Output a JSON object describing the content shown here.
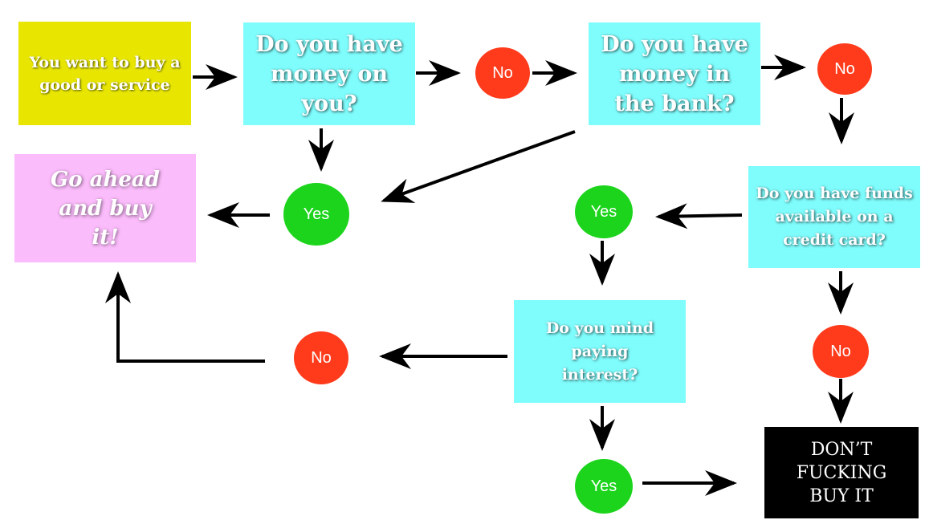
{
  "nodes": {
    "start": "You want to buy a good or service",
    "q_cash": "Do you have money on you?",
    "q_bank": "Do you have money in the bank?",
    "q_credit": "Do you have funds available on a credit card?",
    "q_interest": "Do you mind paying interest?",
    "go_ahead": "Go ahead and buy it!",
    "dont": "DON’T FUCKING BUY IT"
  },
  "answers": {
    "cash_no": "No",
    "cash_yes": "Yes",
    "bank_no": "No",
    "credit_yes": "Yes",
    "credit_no": "No",
    "interest_no": "No",
    "interest_yes": "Yes"
  },
  "colors": {
    "start": "#e8e600",
    "question": "#7ffcfc",
    "go_ahead": "#fbbcfb",
    "dont": "#000000",
    "no": "#ff3b1c",
    "yes": "#1cd41c",
    "arrow": "#000000"
  }
}
